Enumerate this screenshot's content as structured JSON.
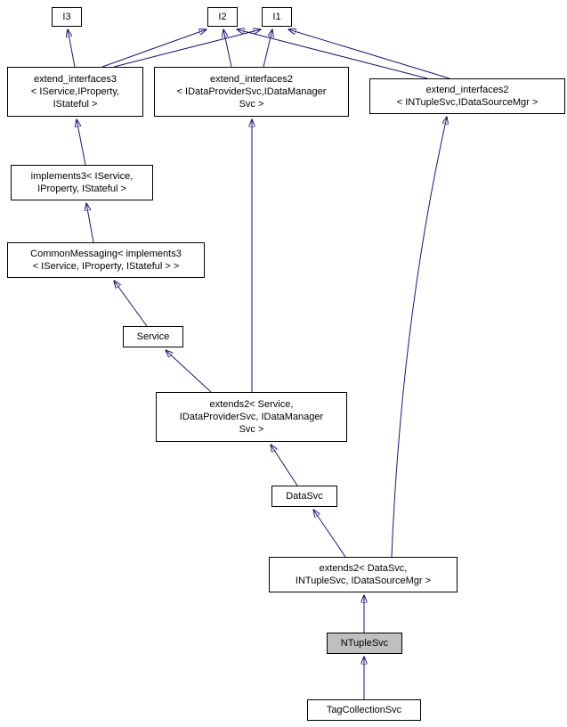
{
  "diagram": {
    "nodes": {
      "i3": {
        "label": "I3"
      },
      "i2": {
        "label": "I2"
      },
      "i1": {
        "label": "I1"
      },
      "extend_interfaces3": {
        "label": "extend_interfaces3\n< IService,IProperty,\nIStateful >"
      },
      "extend_interfaces2_mid": {
        "label": "extend_interfaces2\n< IDataProviderSvc,IDataManager\nSvc >"
      },
      "extend_interfaces2_right": {
        "label": "extend_interfaces2\n< INTupleSvc,IDataSourceMgr >"
      },
      "implements3": {
        "label": "implements3< IService,\nIProperty, IStateful >"
      },
      "common_messaging": {
        "label": "CommonMessaging< implements3\n< IService, IProperty, IStateful > >"
      },
      "service": {
        "label": "Service"
      },
      "extends2_service": {
        "label": "extends2< Service,\nIDataProviderSvc, IDataManager\nSvc >"
      },
      "datasvc": {
        "label": "DataSvc"
      },
      "extends2_datasvc": {
        "label": "extends2< DataSvc,\nINTupleSvc, IDataSourceMgr >"
      },
      "ntuplesvc": {
        "label": "NTupleSvc",
        "highlighted": true
      },
      "tagcollectionsvc": {
        "label": "TagCollectionSvc"
      }
    },
    "edges": [
      {
        "from": "extend_interfaces3",
        "to": "i3"
      },
      {
        "from": "extend_interfaces3",
        "to": "i2"
      },
      {
        "from": "extend_interfaces3",
        "to": "i1"
      },
      {
        "from": "extend_interfaces2_mid",
        "to": "i2"
      },
      {
        "from": "extend_interfaces2_mid",
        "to": "i1"
      },
      {
        "from": "extend_interfaces2_right",
        "to": "i2"
      },
      {
        "from": "extend_interfaces2_right",
        "to": "i1"
      },
      {
        "from": "implements3",
        "to": "extend_interfaces3"
      },
      {
        "from": "common_messaging",
        "to": "implements3"
      },
      {
        "from": "service",
        "to": "common_messaging"
      },
      {
        "from": "extends2_service",
        "to": "service"
      },
      {
        "from": "extends2_service",
        "to": "extend_interfaces2_mid"
      },
      {
        "from": "datasvc",
        "to": "extends2_service"
      },
      {
        "from": "extends2_datasvc",
        "to": "datasvc"
      },
      {
        "from": "extends2_datasvc",
        "to": "extend_interfaces2_right"
      },
      {
        "from": "ntuplesvc",
        "to": "extends2_datasvc"
      },
      {
        "from": "tagcollectionsvc",
        "to": "ntuplesvc"
      }
    ],
    "colors": {
      "edge": "#191970",
      "node_border": "#000000",
      "node_background": "#ffffff",
      "highlight_background": "#bfbfbf"
    }
  }
}
